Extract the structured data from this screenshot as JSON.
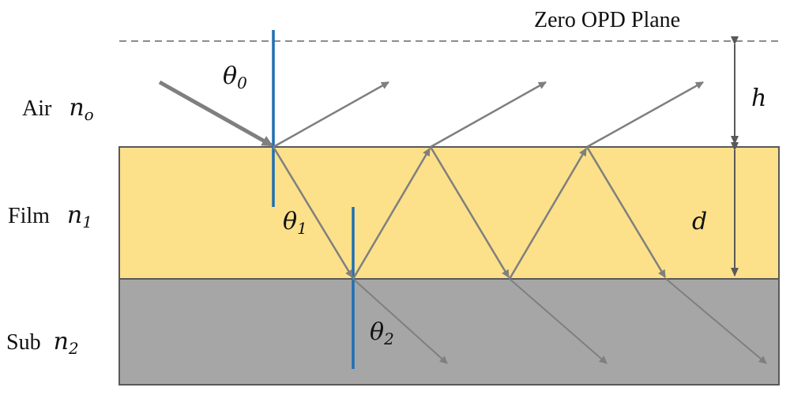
{
  "labels": {
    "plane": "Zero OPD Plane",
    "air": {
      "name": "Air",
      "sym": "n",
      "sub": "o"
    },
    "film": {
      "name": "Film",
      "sym": "n",
      "sub": "1"
    },
    "sub": {
      "name": "Sub",
      "sym": "n",
      "sub": "2"
    },
    "theta0": {
      "sym": "θ",
      "sub": "0"
    },
    "theta1": {
      "sym": "θ",
      "sub": "1"
    },
    "theta2": {
      "sym": "θ",
      "sub": "2"
    },
    "h": "h",
    "d": "d"
  },
  "colors": {
    "film": "#FCE08A",
    "substrate": "#A6A6A6",
    "normal_line": "#1F6FB2",
    "ray": "#7F7F7F",
    "border": "#595959",
    "plane": "#8C8C8C"
  }
}
